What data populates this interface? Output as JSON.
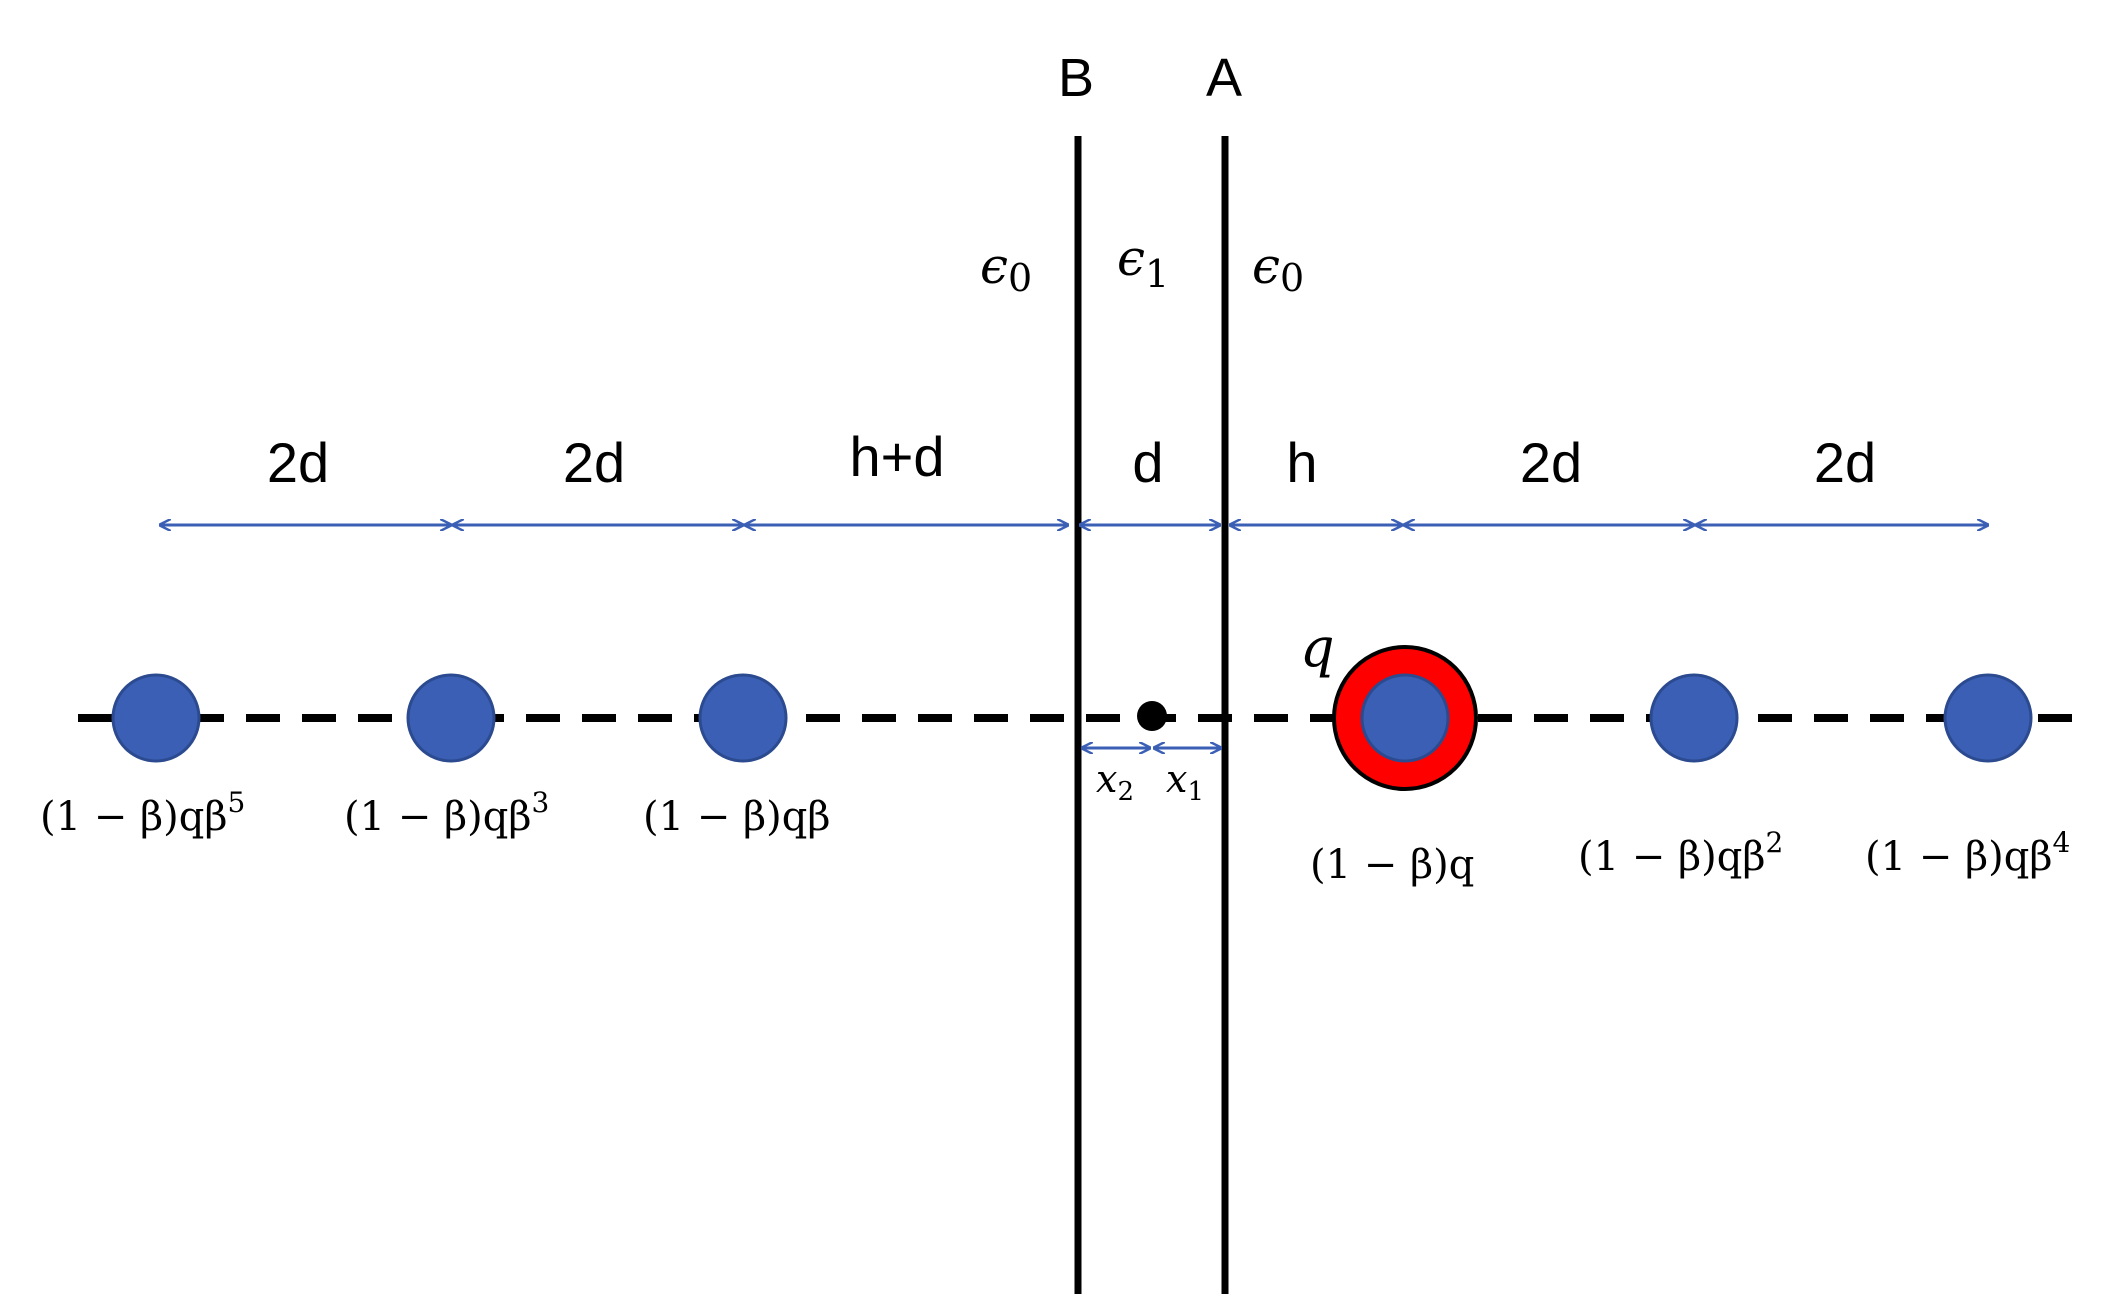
{
  "planes": {
    "B": "B",
    "A": "A"
  },
  "permittivity": {
    "left": "ϵ",
    "left_sub": "0",
    "middle": "ϵ",
    "middle_sub": "1",
    "right": "ϵ",
    "right_sub": "0"
  },
  "distances": {
    "left_outer": "2d",
    "left_inner": "2d",
    "left_near": "h+d",
    "slab": "d",
    "right_near": "h",
    "right_inner": "2d",
    "right_outer": "2d"
  },
  "source_charge": "q",
  "point_offsets": {
    "x2": "x",
    "x2_sub": "2",
    "x1": "x",
    "x1_sub": "1"
  },
  "image_charges": {
    "left_1": {
      "base": "(1 − β)qβ",
      "exp": ""
    },
    "left_3": {
      "base": "(1 − β)qβ",
      "exp": "3"
    },
    "left_5": {
      "base": "(1 − β)qβ",
      "exp": "5"
    },
    "right_0": {
      "base": "(1 − β)q",
      "exp": ""
    },
    "right_2": {
      "base": "(1 − β)qβ",
      "exp": "2"
    },
    "right_4": {
      "base": "(1 − β)qβ",
      "exp": "4"
    }
  },
  "colors": {
    "charge_fill": "#3a5fb5",
    "charge_ring": "#ff0000",
    "arrow": "#3a5fb5",
    "line": "#000000"
  }
}
